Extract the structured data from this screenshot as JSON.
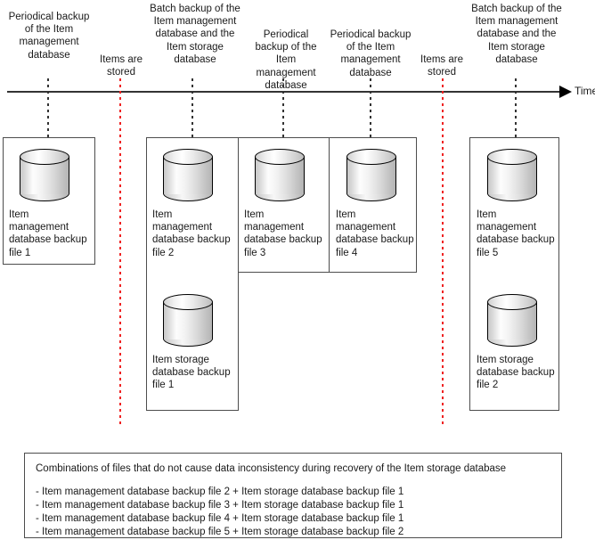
{
  "diagram": {
    "axis": {
      "caption": "Time"
    },
    "events": [
      {
        "id": "event-1",
        "text": "Periodical backup of the Item management database",
        "marker": "black"
      },
      {
        "id": "event-2",
        "text": "Items are stored",
        "marker": "red"
      },
      {
        "id": "event-3",
        "text": "Batch backup of the Item management database and the Item storage database",
        "marker": "black"
      },
      {
        "id": "event-4",
        "text": "Periodical backup of the Item management database",
        "marker": "black"
      },
      {
        "id": "event-5",
        "text": "Periodical backup of the Item management database",
        "marker": "black"
      },
      {
        "id": "event-6",
        "text": "Items are stored",
        "marker": "red"
      },
      {
        "id": "event-7",
        "text": "Batch backup of the Item management database and the Item storage database",
        "marker": "black"
      }
    ],
    "files": [
      {
        "id": "file-mgmt-1",
        "label": "Item management database backup file 1",
        "icon": "database-cylinder-icon"
      },
      {
        "id": "file-mgmt-2",
        "label": "Item management database backup file 2",
        "icon": "database-cylinder-icon"
      },
      {
        "id": "file-store-1",
        "label": "Item storage database backup file 1",
        "icon": "database-cylinder-icon"
      },
      {
        "id": "file-mgmt-3",
        "label": "Item management database backup file 3",
        "icon": "database-cylinder-icon"
      },
      {
        "id": "file-mgmt-4",
        "label": "Item management database backup file 4",
        "icon": "database-cylinder-icon"
      },
      {
        "id": "file-mgmt-5",
        "label": "Item management database backup file 5",
        "icon": "database-cylinder-icon"
      },
      {
        "id": "file-store-2",
        "label": "Item storage database backup file 2",
        "icon": "database-cylinder-icon"
      }
    ],
    "legend": {
      "title": "Combinations of files that do not cause data inconsistency during recovery of the Item storage database",
      "items": [
        "- Item management database backup file 2 + Item storage database backup file 1",
        "- Item management database backup file 3 + Item storage database backup file 1",
        "- Item management database backup file 4 + Item storage database backup file 1",
        "- Item management database backup file 5 + Item storage database backup file 2"
      ]
    },
    "colors": {
      "marker_black": "#333333",
      "marker_red": "#ef2222",
      "box_border": "#4d4d4d",
      "text": "#1a1a1a"
    }
  }
}
